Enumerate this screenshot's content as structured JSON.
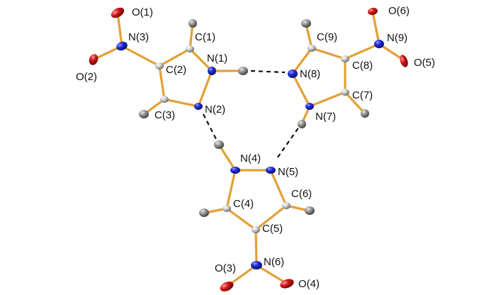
{
  "colors": {
    "bond": "#e3a035",
    "nitrogen": "#1f2bd6",
    "oxygen": "#d41515",
    "carbon": "#c9c9c9",
    "hydrogen": "#8f8f8f",
    "hbond": "#111111"
  },
  "labels": {
    "O1": "O(1)",
    "O2": "O(2)",
    "N3": "N(3)",
    "C1": "C(1)",
    "N1": "N(1)",
    "C2": "C(2)",
    "C3": "C(3)",
    "N2": "N(2)",
    "O6": "O(6)",
    "C9": "C(9)",
    "N9": "N(9)",
    "O5": "O(5)",
    "N8": "N(8)",
    "C8": "C(8)",
    "C7": "C(7)",
    "N7": "N(7)",
    "N4": "N(4)",
    "N5": "N(5)",
    "C4": "C(4)",
    "C6": "C(6)",
    "C5": "C(5)",
    "N6": "N(6)",
    "O3": "O(3)",
    "O4": "O(4)"
  }
}
